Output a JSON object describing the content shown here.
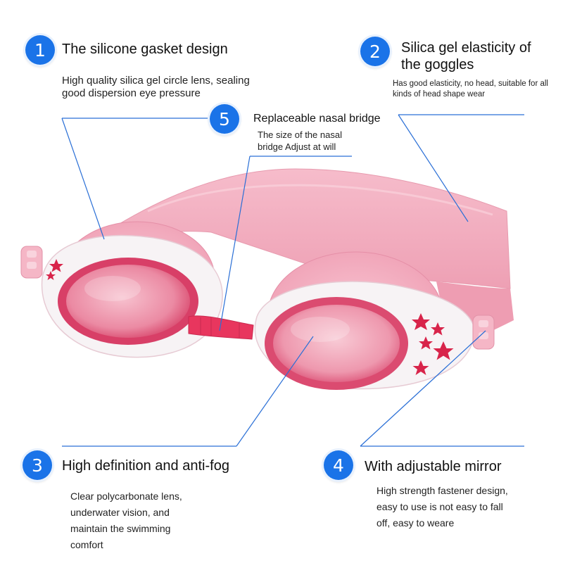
{
  "colors": {
    "badge": "#1a73e8",
    "leader_line": "#2a6fd6",
    "goggle_pink": "#f2a9bd",
    "lens_pink": "#e96a8a",
    "frame_white": "#f7f3f5",
    "star_red": "#d8244a",
    "nose_bridge": "#e8365e"
  },
  "icons": [
    "goggles-product-image",
    "star-icon"
  ],
  "features": [
    {
      "number": "1",
      "title": "The silicone gasket design",
      "description": "High quality silica gel circle lens, sealing good dispersion eye pressure"
    },
    {
      "number": "2",
      "title": "Silica gel elasticity of the goggles",
      "description": "Has good elasticity, no head, suitable for all kinds of head shape wear"
    },
    {
      "number": "3",
      "title": "High definition and anti-fog",
      "description": "Clear polycarbonate lens, underwater vision, and maintain the swimming comfort"
    },
    {
      "number": "4",
      "title": "With adjustable mirror",
      "description": "High strength fastener design, easy to use is not easy to fall off, easy to weare"
    },
    {
      "number": "5",
      "title": "Replaceable nasal bridge",
      "description": "The size of the nasal bridge Adjust at will"
    }
  ]
}
